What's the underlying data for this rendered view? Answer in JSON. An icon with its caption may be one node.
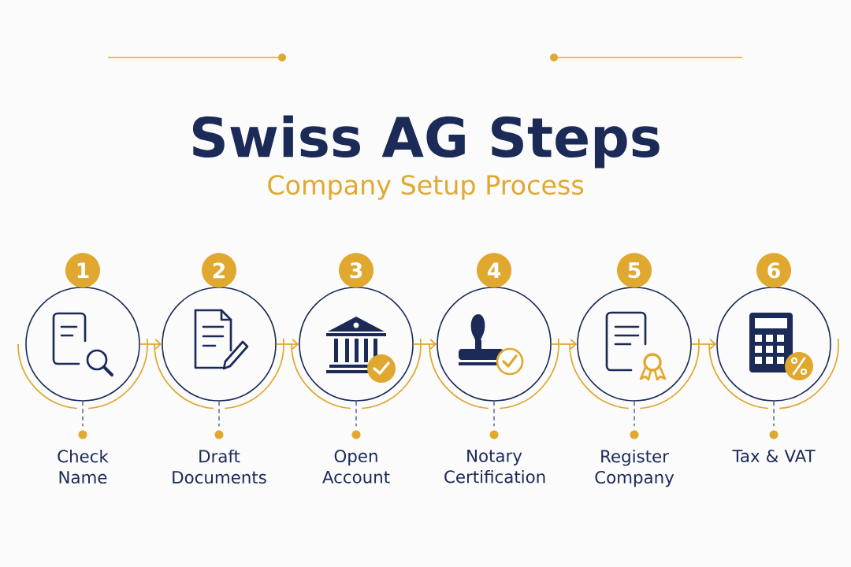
{
  "diagram": {
    "title": "Swiss AG Steps",
    "nodes": [
      {
        "text": [
          "1"
        ]
      },
      {
        "text": [
          "2"
        ]
      },
      {
        "text": [
          "3"
        ]
      },
      {
        "text": [
          "4"
        ]
      },
      {
        "text": [
          "5"
        ]
      },
      {
        "text": [
          "6"
        ]
      },
      {
        "text": [
          "Check Name"
        ]
      },
      {
        "text": [
          "Draft Documents"
        ]
      },
      {
        "text": [
          "Open Account"
        ]
      },
      {
        "text": [
          "Notary Certification"
        ]
      },
      {
        "text": [
          "Register Company"
        ]
      },
      {
        "text": [
          "Tax & VAT"
        ]
      }
    ],
    "edges": [
      {
        "from": 0,
        "to": 1,
        "arrow": "to",
        "color": "#e0a82e"
      },
      {
        "from": 1,
        "to": 2,
        "arrow": "to",
        "color": "#e0a82e"
      },
      {
        "from": 2,
        "to": 3,
        "arrow": "to",
        "color": "#e0a82e"
      },
      {
        "from": 3,
        "to": 4,
        "arrow": "to",
        "color": "#e0a82e"
      },
      {
        "from": 4,
        "to": 5,
        "arrow": "to",
        "color": "#e0a82e"
      },
      {
        "from": 0,
        "to": 6,
        "arrow": "none",
        "style": "dashed"
      },
      {
        "from": 1,
        "to": 7,
        "arrow": "none",
        "style": "dashed"
      },
      {
        "from": 2,
        "to": 8,
        "arrow": "none",
        "style": "dashed"
      },
      {
        "from": 3,
        "to": 9,
        "arrow": "none",
        "style": "dashed"
      },
      {
        "from": 4,
        "to": 10,
        "arrow": "none",
        "style": "dashed"
      },
      {
        "from": 5,
        "to": 11,
        "arrow": "none",
        "style": "dashed"
      }
    ],
    "labels": [
      "Company Setup Process"
    ]
  }
}
